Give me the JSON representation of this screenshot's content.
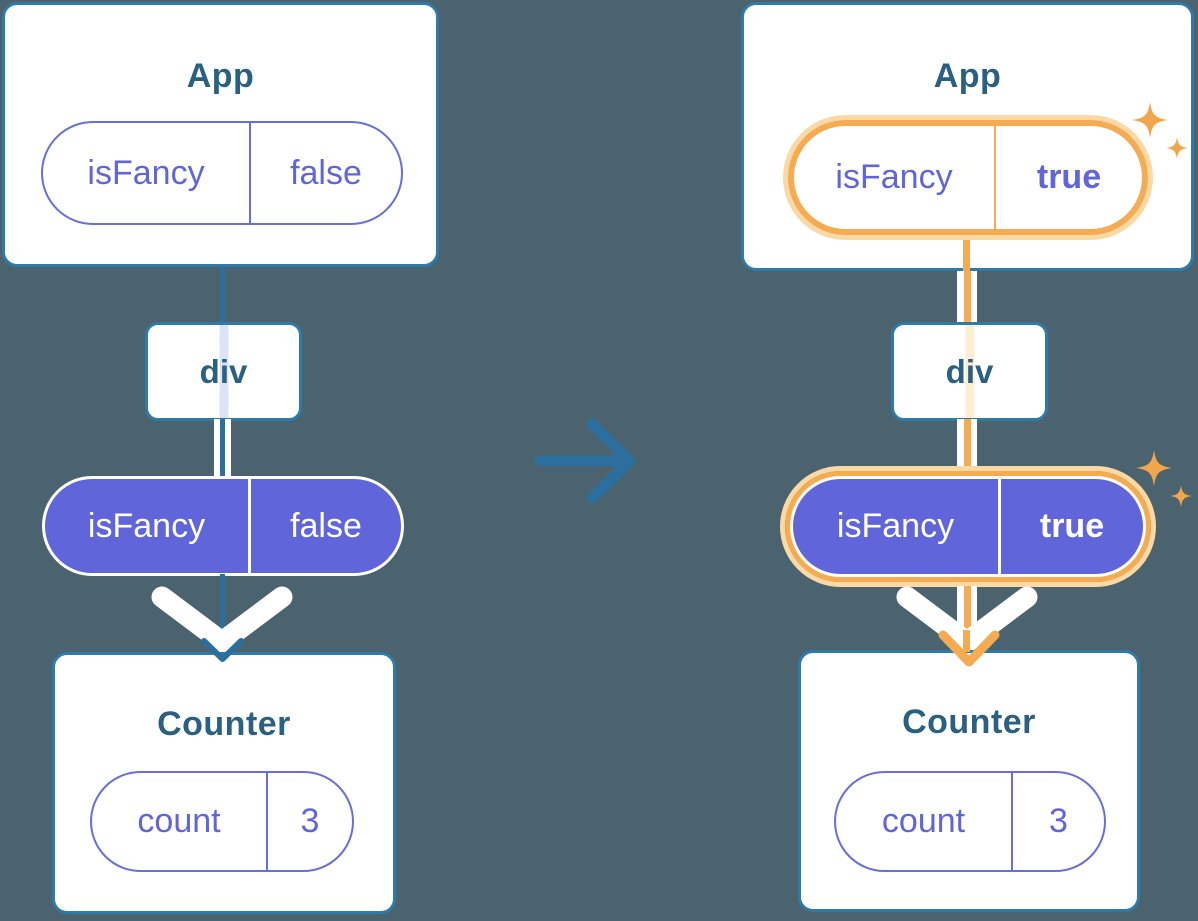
{
  "colors": {
    "background": "#4b626f",
    "card_fill": "#ffffff",
    "card_border": "#2e7aa9",
    "title_text": "#2a6082",
    "purple_fill": "#6065d9",
    "purple_outline": "#6a6de0",
    "purple_text": "#6066da",
    "teal_line": "#2c6f9e",
    "highlight_orange": "#f5ab52",
    "highlight_orange_light": "#fbd9a4",
    "faded_orange_core": "#fdeed3",
    "faded_teal_core": "#dbe3f7"
  },
  "before": {
    "app": {
      "title": "App",
      "prop_name": "isFancy",
      "prop_value": "false"
    },
    "div": {
      "label": "div"
    },
    "passed_prop": {
      "name": "isFancy",
      "value": "false"
    },
    "counter": {
      "title": "Counter",
      "state_name": "count",
      "state_value": "3"
    }
  },
  "after": {
    "app": {
      "title": "App",
      "prop_name": "isFancy",
      "prop_value": "true"
    },
    "div": {
      "label": "div"
    },
    "passed_prop": {
      "name": "isFancy",
      "value": "true"
    },
    "counter": {
      "title": "Counter",
      "state_name": "count",
      "state_value": "3"
    }
  }
}
